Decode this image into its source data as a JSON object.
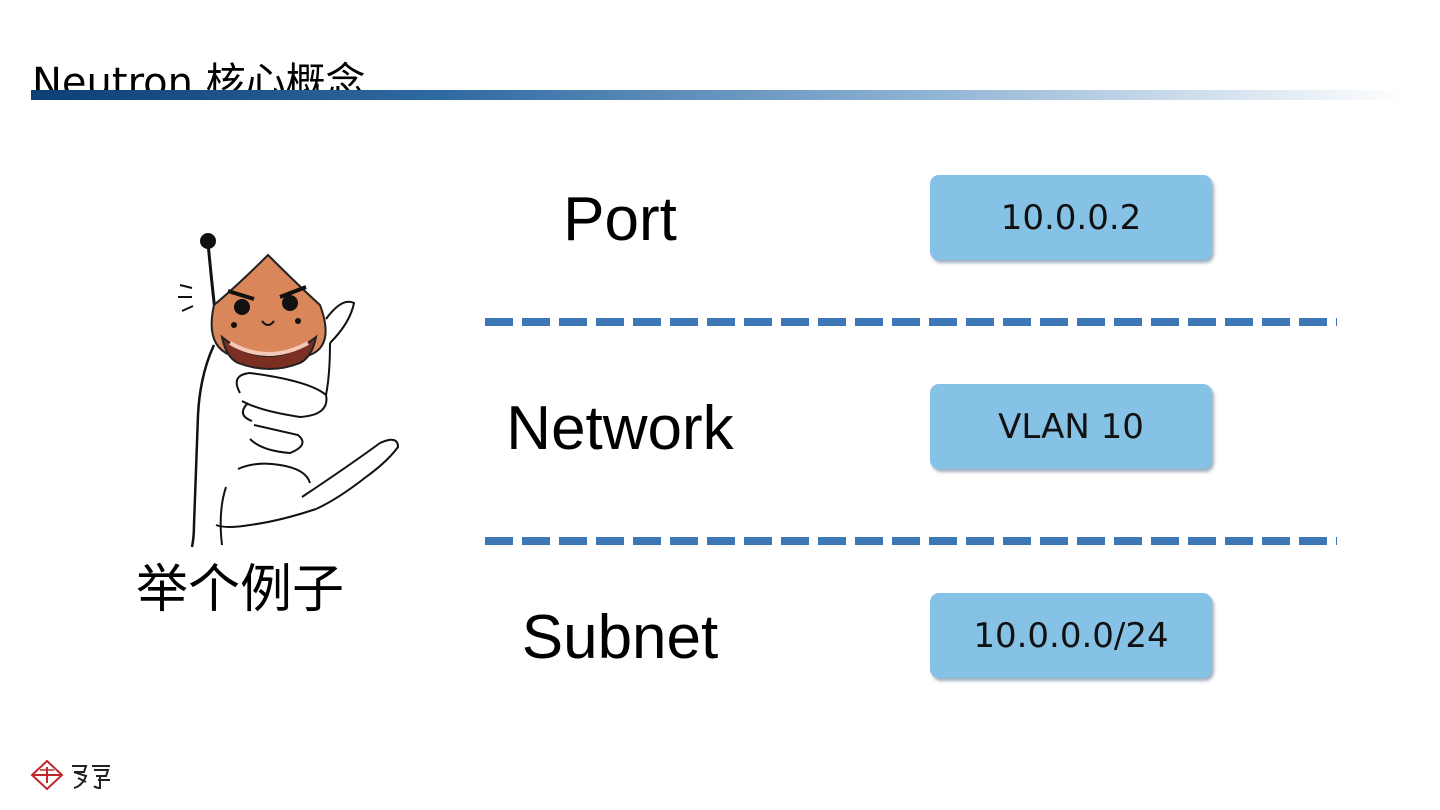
{
  "slide": {
    "title": "Neutron 核心概念"
  },
  "example": {
    "caption": "举个例子"
  },
  "concepts": [
    {
      "label": "Port",
      "value": "10.0.0.2"
    },
    {
      "label": "Network",
      "value": "VLAN 10"
    },
    {
      "label": "Subnet",
      "value": "10.0.0.0/24"
    }
  ],
  "colors": {
    "title_bar_dark": "#0d3f73",
    "box_fill": "#86c1e6",
    "divider": "#3d77b5",
    "logo_red": "#c0272d"
  },
  "icons": {
    "mascot": "chestnut-mascot-hand-illustration",
    "logo": "company-logo"
  }
}
